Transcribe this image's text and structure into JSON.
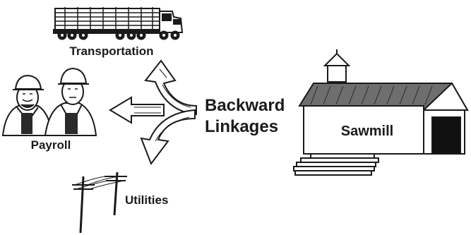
{
  "labels": {
    "transportation": "Transportation",
    "payroll": "Payroll",
    "utilities": "Utilities",
    "center_line1": "Backward",
    "center_line2": "Linkages",
    "sawmill": "Sawmill"
  },
  "colors": {
    "ink": "#1a1a1a",
    "background": "#ffffff",
    "roof_shade": "#6e6e6e",
    "door": "#111111"
  },
  "icons": [
    "log-truck-icon",
    "workers-icon",
    "utility-pole-icon",
    "sawmill-building-icon",
    "curved-arrow-icon"
  ]
}
